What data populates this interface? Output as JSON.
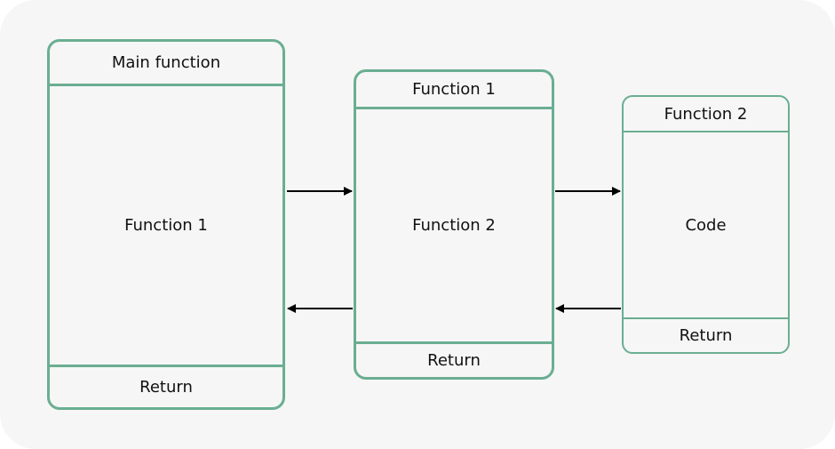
{
  "boxes": {
    "main": {
      "header": "Main function",
      "body": "Function 1",
      "footer": "Return"
    },
    "function1": {
      "header": "Function 1",
      "body": "Function 2",
      "footer": "Return"
    },
    "function2": {
      "header": "Function 2",
      "body": "Code",
      "footer": "Return"
    }
  },
  "colors": {
    "box_border": "#6aae91",
    "background": "#f6f6f6",
    "arrow": "#000000",
    "text": "#111111"
  }
}
